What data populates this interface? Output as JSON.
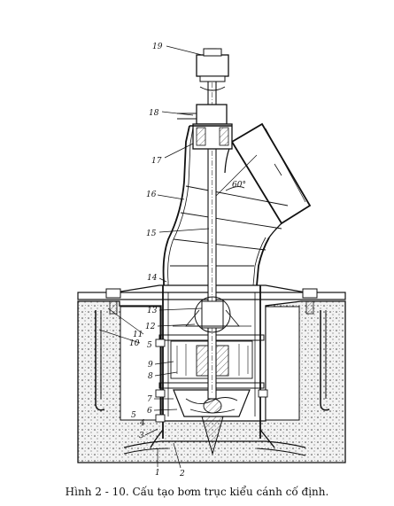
{
  "figure": {
    "caption": "Hình 2 - 10. Cấu tạo bơm trục kiểu cánh cố định.",
    "angle_label": "60°",
    "part_labels": [
      "19",
      "18",
      "17",
      "16",
      "15",
      "14",
      "13",
      "12",
      "11",
      "10",
      "5",
      "9",
      "8",
      "7",
      "6",
      "5",
      "4",
      "3",
      "1",
      "2"
    ]
  }
}
